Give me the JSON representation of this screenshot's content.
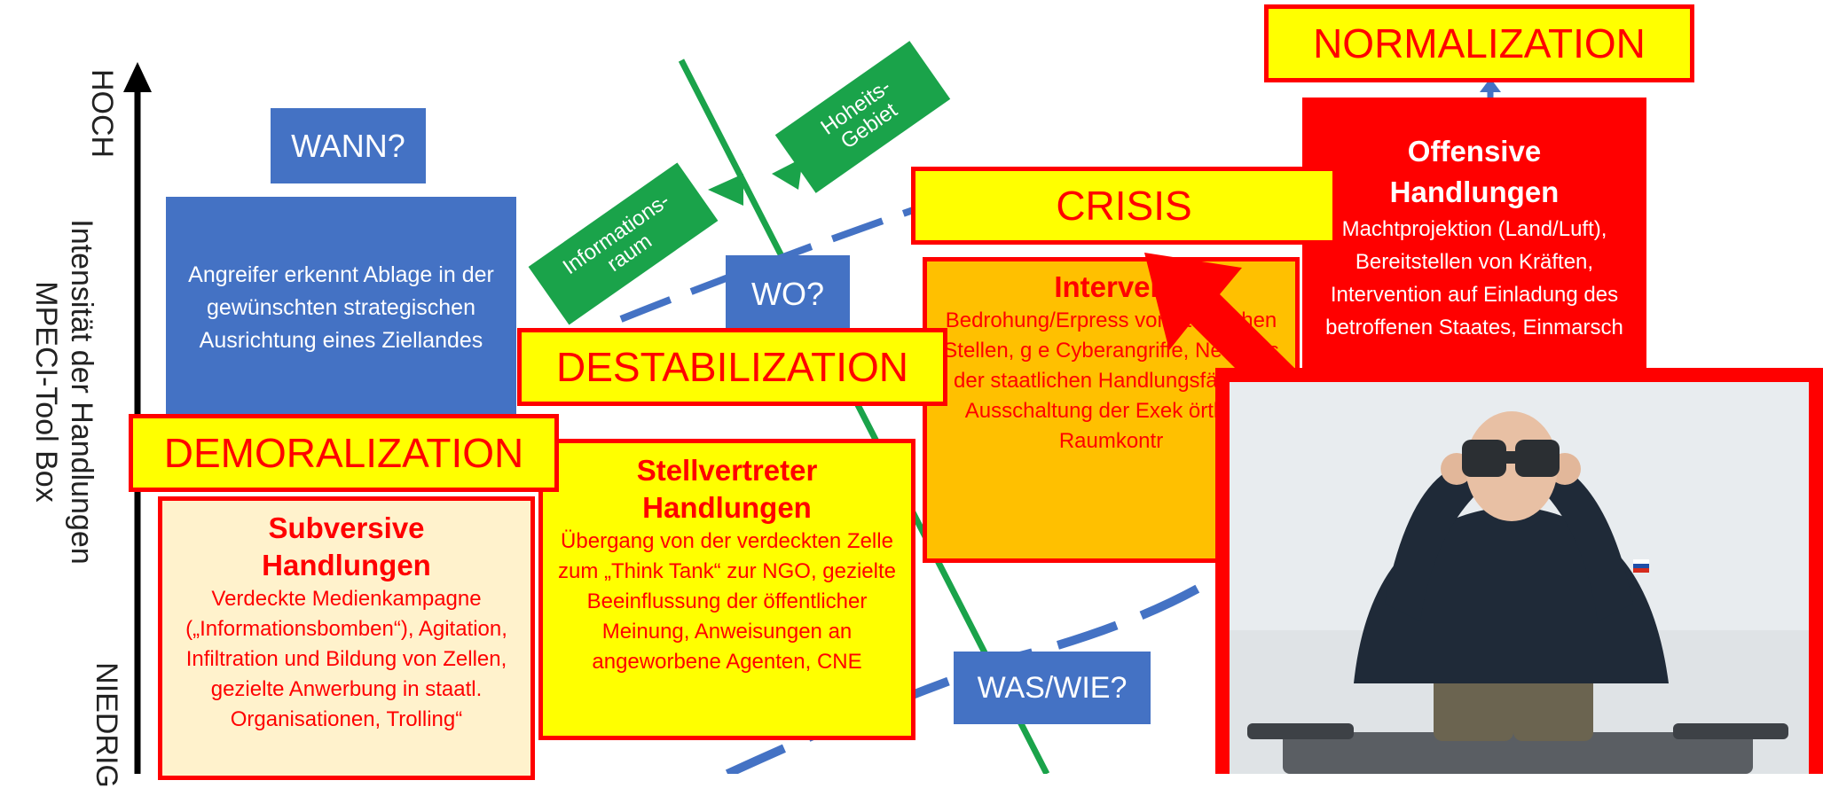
{
  "axis": {
    "high": "HOCH",
    "title_line1": "Intensität der Handlungen",
    "title_line2": "MPECI-Tool Box",
    "low": "NIEDRIG"
  },
  "questions": {
    "wann": "WANN?",
    "wo": "WO?",
    "was_wie": "WAS/WIE?"
  },
  "green_tags": {
    "informationsraum": "Informations-\nraum",
    "hoheitsgebiet": "Hoheits-\nGebiet"
  },
  "stages": {
    "normalization": "NORMALIZATION",
    "crisis": "CRISIS",
    "destabilization": "DESTABILIZATION",
    "demoralization": "DEMORALIZATION"
  },
  "blue_box_text": "Angreifer erkennt Ablage in der gewünschten strategischen Ausrichtung eines Ziellandes",
  "cards": {
    "subversive": {
      "title": "Subversive Handlungen",
      "body": "Verdeckte Medienkampagne („Informationsbomben“), Agitation, Infiltration und Bildung von Zellen, gezielte Anwerbung in staatl. Organisationen, Trolling“"
    },
    "stellvertreter": {
      "title": "Stellvertreter Handlungen",
      "body": "Übergang von der verdeckten Zelle zum „Think Tank“ zur NGO, gezielte Beeinflussung der öffentlicher Meinung, Anweisungen an angeworbene Agenten, CNE"
    },
    "intervention": {
      "title": "Interven",
      "body": "Bedrohung/Erpress von staatlichen Stellen, g e Cyberangriffe, Neutralis der staatlichen Handlungsfähigke Ausschaltung der Exek örtliche Raumkontr"
    },
    "offensive": {
      "title": "Offensive Handlungen",
      "body": "Machtprojektion (Land/Luft), Bereitstellen von Kräften, Intervention auf Einladung des betroffenen Staates, Einmarsch"
    }
  },
  "colors": {
    "red": "#ff0000",
    "yellow": "#ffff00",
    "blue": "#4472c4",
    "green": "#1aa34a",
    "orange": "#ffc000",
    "light_orange": "#fff2cc"
  }
}
